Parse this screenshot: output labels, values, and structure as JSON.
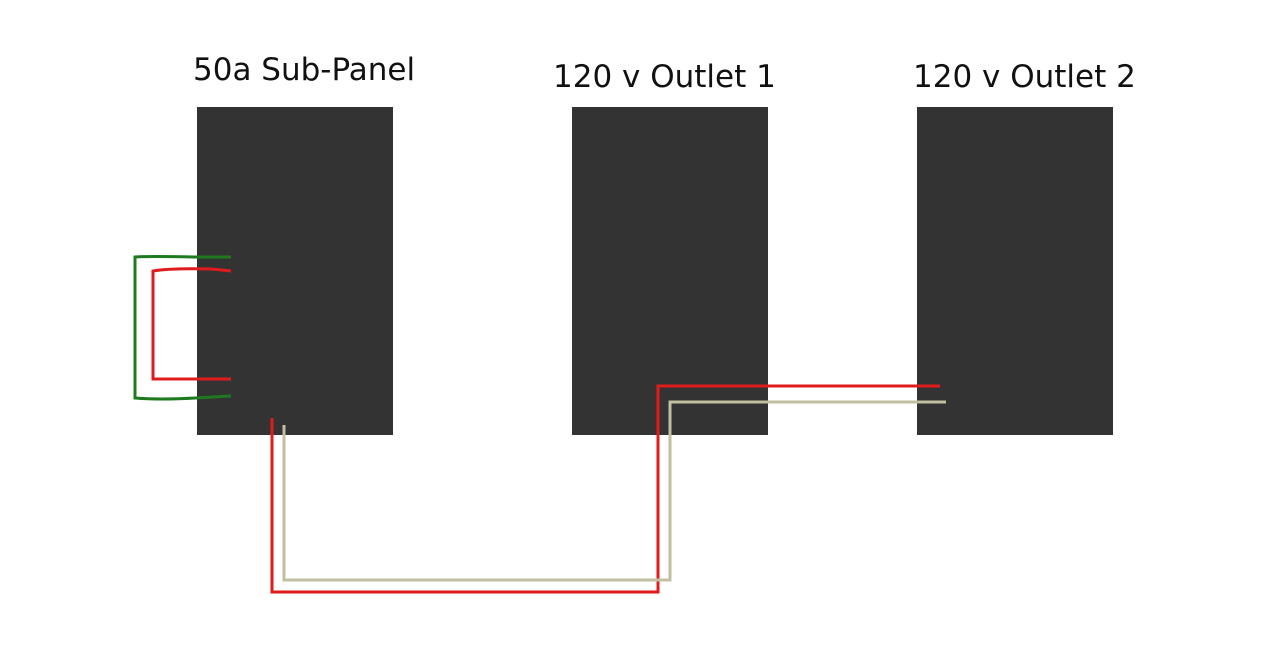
{
  "components": [
    {
      "id": "subpanel",
      "label": "50a Sub-Panel"
    },
    {
      "id": "outlet1",
      "label": "120 v Outlet 1"
    },
    {
      "id": "outlet2",
      "label": "120 v Outlet 2"
    }
  ],
  "wire_colors": {
    "hot": "#e01b1b",
    "neutral": "#c2c0a1",
    "ground": "#1f7a1f"
  },
  "box_color": "#333333"
}
